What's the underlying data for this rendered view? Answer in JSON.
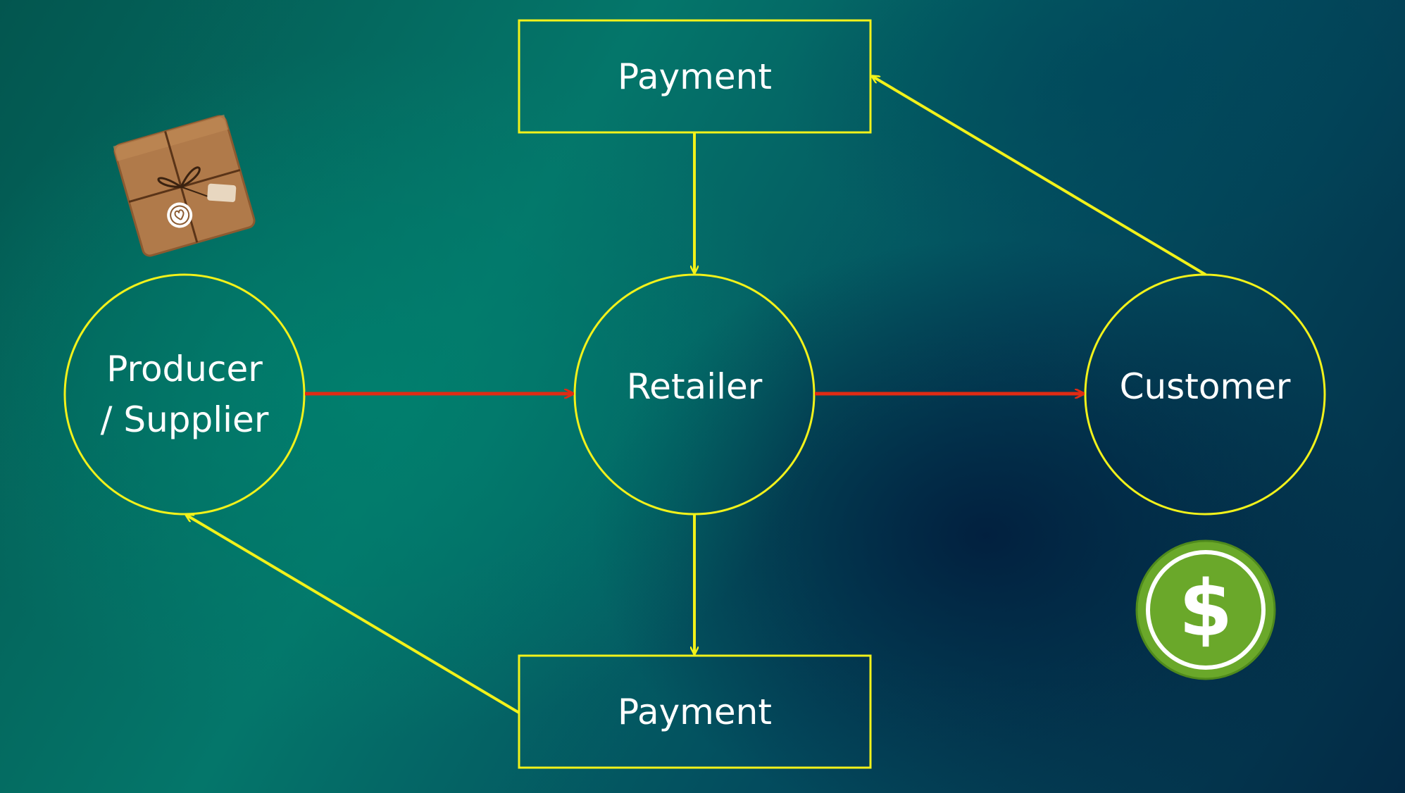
{
  "nodes": {
    "producer": {
      "label_line1": "Producer",
      "label_line2": "/ Supplier"
    },
    "retailer": {
      "label": "Retailer"
    },
    "customer": {
      "label": "Customer"
    },
    "payment_top": {
      "label": "Payment"
    },
    "payment_bottom": {
      "label": "Payment"
    }
  },
  "icons": {
    "package": "package-icon",
    "dollar": "dollar-coin-icon"
  },
  "colors": {
    "outline": "#f2f21a",
    "goods_arrow": "#e02b14",
    "dollar_green": "#6aa82a"
  }
}
